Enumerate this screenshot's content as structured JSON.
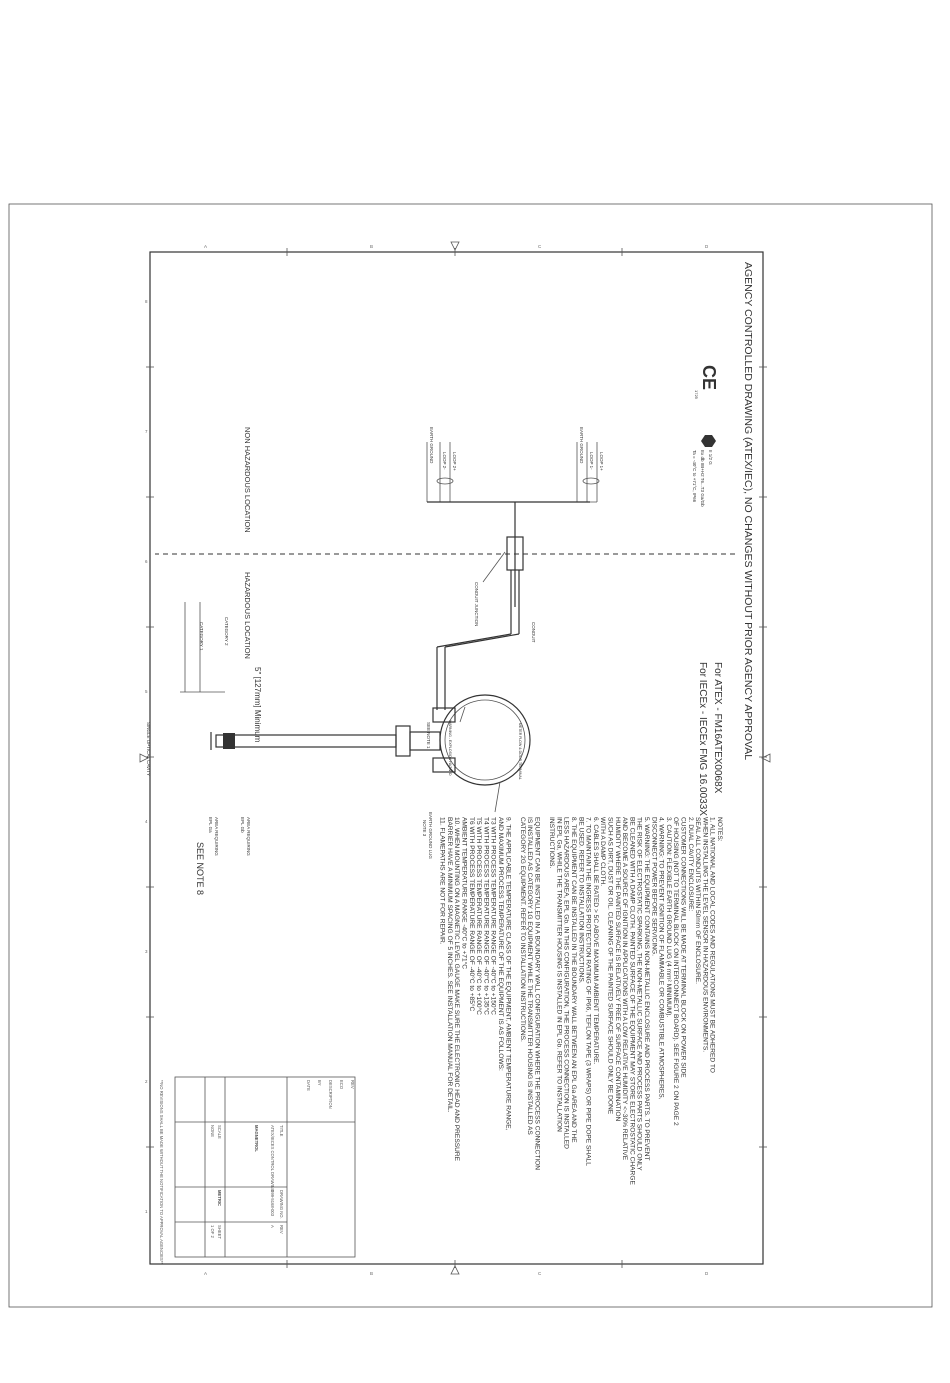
{
  "drawing": {
    "agency_title": "AGENCY CONTROLLED DRAWING (ATEX/IEC), NO CHANGES WITHOUT PRIOR AGENCY APPROVAL",
    "certs": [
      "For ATEX - FM16ATEX0068X",
      "For IECEx - IECEx FMG 16.0033X"
    ],
    "ce_mark": "CE",
    "ce_number": "1725",
    "ex_marking": [
      "II 1/2 G",
      "Ex db IIB+H2 T6...T3 Ga/Gb",
      "Ta = -40°C to +71°C, IP66"
    ],
    "wiring_labels": {
      "loop_plus_top": "LOOP 1+",
      "loop_minus_top": "LOOP 1-",
      "earth_top": "EARTH GROUND",
      "loop_plus_bottom": "LOOP 2+",
      "loop_minus_bottom": "LOOP 2-",
      "earth_bottom": "EARTH GROUND"
    },
    "location_nonhaz": "NON HAZARDOUS LOCATION",
    "location_haz": "HAZARDOUS LOCATION",
    "conduit_junction": "CONDUIT JUNCTION",
    "conduit": "CONDUIT",
    "see_note_1": "SEE NOTE 1",
    "earth_ground_lug": "EARTH GROUND LUG",
    "earth_ground_note": "NOTE 3",
    "category_2": "CATEGORY 2",
    "category_1": "CATEGORY 1",
    "min_spacing": "5\" [127mm] Minimum",
    "area_req_gb": [
      "AREA REQUIRING",
      "EPL Gb"
    ],
    "area_req_ga": [
      "AREA REQUIRING",
      "EPL Ga"
    ],
    "see_note_8": "SEE NOTE 8",
    "single_optical_cavity": "SINGLE OPTICAL CAVITY",
    "housing_text_top": "METER FLOW & DOOR TERMINAL",
    "housing_text_bottom": "WARNING - EXPLOSION HAZARD"
  },
  "notes": {
    "heading": "NOTES:",
    "lines": [
      "1. ALL NATIONAL AND LOCAL CODES AND REGULATIONS MUST BE ADHERED TO",
      "   WHEN INSTALLING THE LEVEL SENSOR IN HAZARDOUS ENVIRONMENTS.",
      "   SEAL ALL CONDUITS WITHIN 50mm OF ENCLOSURE.",
      "2. DUAL CAVITY ENCLOSURE:",
      "   CUSTOMER CONNECTIONS WILL BE MADE AT TERMINAL BLOCK ON POWER SIDE",
      "   OF HOUSING (NOT TO TERMINAL BLOCK ON INTERCONNECT BOARD). SEE FIGURE 2 ON PAGE 2",
      "3. CAUTION: FLEXIBLE EARTH GROUND LUG (4 mm² MINIMUM).",
      "4. WARNING: TO PREVENT IGNITION OF FLAMMABLE OR COMBUSTIBLE ATMOSPHERES,",
      "   DISCONNECT POWER BEFORE SERVICING.",
      "5. WARNING: THE EQUIPMENT CONTAINS NON-METALLIC ENCLOSURE AND PROCESS PARTS. TO PREVENT",
      "   THE RISK OF ELECTROSTATIC SPARKING, THE NON-METALLIC SURFACE AND PROCESS PARTS SHOULD ONLY",
      "   BE CLEANED WITH A DAMP CLOTH. PAINTED SURFACE OF THE EQUIPMENT MAY STORE ELECTROSTATIC CHARGE",
      "   AND BECOME A SOURCE OF IGNITION IN APPLICATIONS WITH A LOW RELATIVE HUMIDITY <~30% RELATIVE",
      "   HUMIDITY WHERE THE PAINTED SURFACE IS RELATIVELY FREE OF SURFACE CONTAMINATION",
      "   SUCH AS DIRT, DUST OR OIL. CLEANING OF THE PAINTED SURFACE SHOULD ONLY BE DONE",
      "   WITH A DAMP CLOTH.",
      "6. CABLES SHALL BE RATED > 5C ABOVE MAXIMUM AMBIENT TEMPERATURE.",
      "7. TO MAINTAIN THE INGRESS PROTECTION RATING OF IP66, TEFLON TAPE (3 WRAPS) OR PIPE DOPE SHALL",
      "   BE USED. REFER TO INSTALLATION INSTRUCTIONS.",
      "8. THE EQUIPMENT CAN BE INSTALLED IN THE BOUNDARY WALL BETWEEN AN EPL Ga AREA AND THE",
      "   LESS HAZARDOUS AREA, EPL Gb. IN THIS CONFIGURATION, THE PROCESS CONNECTION IS INSTALLED",
      "   IN EPL Ga, WHILE THE TRANSMITTER HOUSING IS INSTALLED IN EPL Gb. REFER TO INSTALLATION",
      "   INSTRUCTIONS.",
      "",
      "   EQUIPMENT CAN BE INSTALLED IN A BOUNDARY WALL CONFIGURATION WHERE THE PROCESS CONNECTION",
      "   IS INSTALLED AS CATEGORY 1G EQUIPMENT WHILE THE TRANSMITTER HOUSING IS INSTALLED AS",
      "   CATEGORY 2G EQUIPMENT. REFER TO INSTALLATION INSTRUCTIONS.",
      "",
      "9. THE APPLICABLE TEMPERATURE CLASS OF THE EQUIPMENT, AMBIENT TEMPERATURE RANGE,",
      "   AND MAXIMUM PROCESS TEMPERATURE OF THE EQUIPMENT IS AS FOLLOWS:",
      "   T3 WITH PROCESS TEMPERATURE RANGE OF -40°C to +150°C",
      "   T4 WITH PROCESS TEMPERATURE RANGE OF -40°C to +135°C",
      "   T5 WITH PROCESS TEMPERATURE RANGE OF -40°C to +100°C",
      "   T6 WITH PROCESS TEMPERATURE RANGE OF -40°C to +85°C",
      "   AMBIENT TEMPERATURE RANGE -40°C to +71°C",
      "10. WHEN MOUNTING ON A MAGNETIC LEVEL GAUGE MAKE SURE THE ELECTRONIC HEAD AND PRESSURE",
      "    BARRIER HAVE A MINIMUM SPACING OF 5 INCHES. SEE INSTALLATION MANUAL FOR DETAIL.",
      "11. FLAMEPATHS ARE NOT FOR REPAIR."
    ]
  },
  "title_block": {
    "revision_note": "**NO REVISIONS SHALL BE MADE WITHOUT THE NOTIFICATION TO APPROVAL AGENCIES**",
    "rev_header": [
      "REV",
      "ECO",
      "DESCRIPTION",
      "BY",
      "DATE"
    ],
    "title_label": "TITLE",
    "title_line": "ATEX/IECEX CONTROL DRAWING",
    "company": "MAGNETROL",
    "drawing_no_label": "DRAWING NO.",
    "drawing_no": "099-5168-003",
    "scale_label": "SCALE",
    "scale": "NONE",
    "units": "METRIC",
    "sheet_label": "SHEET",
    "sheet": "1 OF 2",
    "rev_label": "REV",
    "rev": "A"
  },
  "border": {
    "rows": [
      "A",
      "B",
      "C",
      "D"
    ],
    "cols": [
      "8",
      "7",
      "6",
      "5",
      "4",
      "3",
      "2",
      "1"
    ]
  }
}
